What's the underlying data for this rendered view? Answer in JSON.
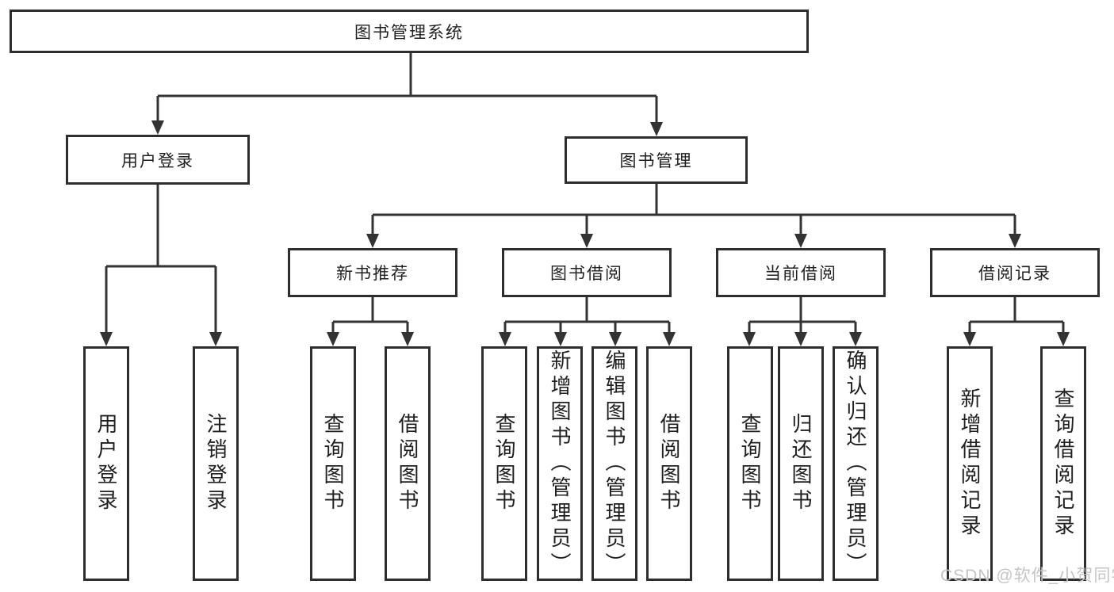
{
  "diagram": {
    "root": {
      "label": "图书管理系统"
    },
    "branches": [
      {
        "label": "用户登录",
        "children": [
          "用户登录",
          "注销登录"
        ]
      },
      {
        "label": "图书管理",
        "groups": [
          {
            "label": "新书推荐",
            "children": [
              "查询图书",
              "借阅图书"
            ]
          },
          {
            "label": "图书借阅",
            "children": [
              "查询图书",
              "新增图书（管理员）",
              "编辑图书（管理员）",
              "借阅图书"
            ]
          },
          {
            "label": "当前借阅",
            "children": [
              "查询图书",
              "归还图书",
              "确认归还（管理员）"
            ]
          },
          {
            "label": "借阅记录",
            "children": [
              "新增借阅记录",
              "查询借阅记录"
            ]
          }
        ]
      }
    ]
  },
  "watermark": {
    "text": "CSDN @软件_小贺同学"
  },
  "colors": {
    "line": "#333333",
    "border": "#2e2e2e",
    "text": "#1f1f1f",
    "background": "#ffffff",
    "watermark": "#c4c4c4"
  }
}
